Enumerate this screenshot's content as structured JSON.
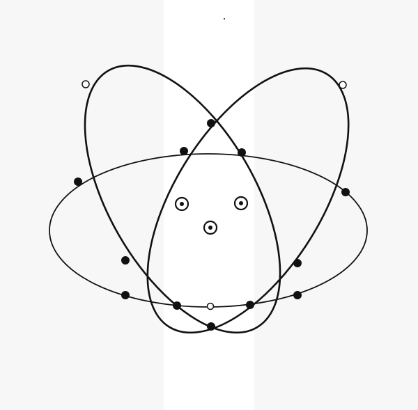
{
  "diagram": {
    "colors": {
      "background": "#ffffff",
      "band": "#f7f7f7",
      "stroke": "#111111",
      "node_fill": "#111111",
      "hollow_fill": "#ffffff"
    },
    "orbits": [
      {
        "id": "horizontal"
      },
      {
        "id": "left-tilted"
      },
      {
        "id": "right-tilted"
      }
    ],
    "nucleus_count": 3,
    "intersection_node_count": 15,
    "hollow_node_count": 3
  }
}
